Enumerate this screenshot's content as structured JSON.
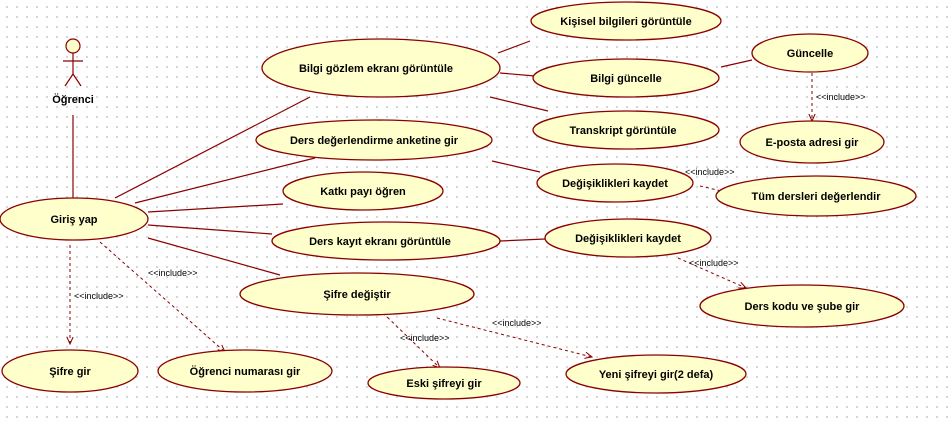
{
  "diagram": {
    "actor": {
      "name": "Öğrenci"
    },
    "use_cases": {
      "kisisel": "Kişisel bilgileri görüntüle",
      "bilgi_gozlem": "Bilgi gözlem ekranı görüntüle",
      "guncelle": "Güncelle",
      "bilgi_guncelle": "Bilgi güncelle",
      "eposta": "E-posta adresi gir",
      "transkript": "Transkript görüntüle",
      "ders_anket": "Ders değerlendirme anketine gir",
      "degisik_1": "Değişiklikleri kaydet",
      "tum_dersler": "Tüm dersleri değerlendir",
      "katki": "Katkı payı öğren",
      "giris": "Giriş yap",
      "ders_kayit": "Ders kayıt ekranı görüntüle",
      "degisik_2": "Değişiklikleri kaydet",
      "sifre_degistir": "Şifre değiştir",
      "ders_kodu": "Ders kodu ve şube gir",
      "sifre_gir": "Şifre gir",
      "ogrenci_no": "Öğrenci numarası gir",
      "eski_sifre": "Eski şifreyi gir",
      "yeni_sifre": "Yeni şifreyi gir(2 defa)"
    },
    "include_label": "<<include>>"
  }
}
